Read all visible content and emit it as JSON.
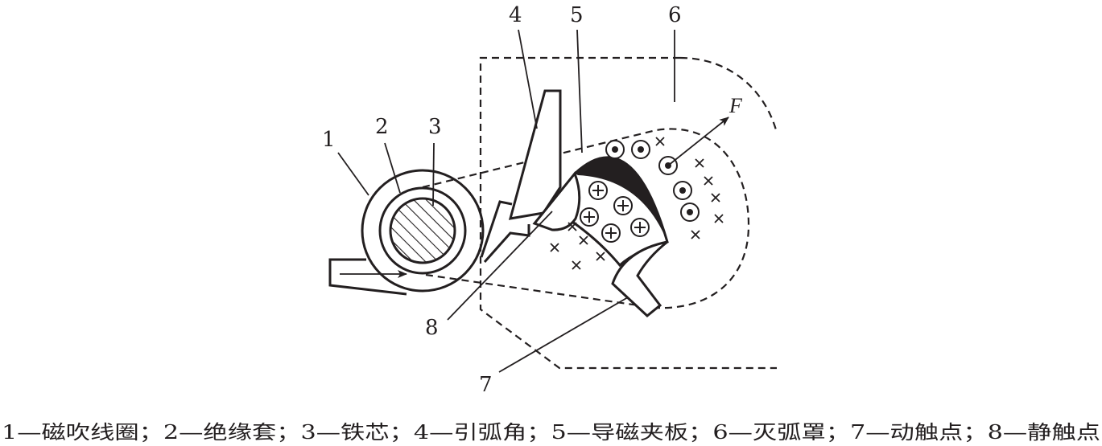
{
  "figure": {
    "labels": {
      "l1": "1",
      "l2": "2",
      "l3": "3",
      "l4": "4",
      "l5": "5",
      "l6": "6",
      "l7": "7",
      "l8": "8",
      "force": "F"
    },
    "caption": "1—磁吹线圈；2—绝缘套；3—铁芯；4—引弧角；5—导磁夹板；6—灭弧罩；7—动触点；8—静触点",
    "legend_items": [
      {
        "num": "1",
        "name": "磁吹线圈"
      },
      {
        "num": "2",
        "name": "绝缘套"
      },
      {
        "num": "3",
        "name": "铁芯"
      },
      {
        "num": "4",
        "name": "引弧角"
      },
      {
        "num": "5",
        "name": "导磁夹板"
      },
      {
        "num": "6",
        "name": "灭弧罩"
      },
      {
        "num": "7",
        "name": "动触点"
      },
      {
        "num": "8",
        "name": "静触点"
      }
    ],
    "line_color": "#231f20"
  }
}
